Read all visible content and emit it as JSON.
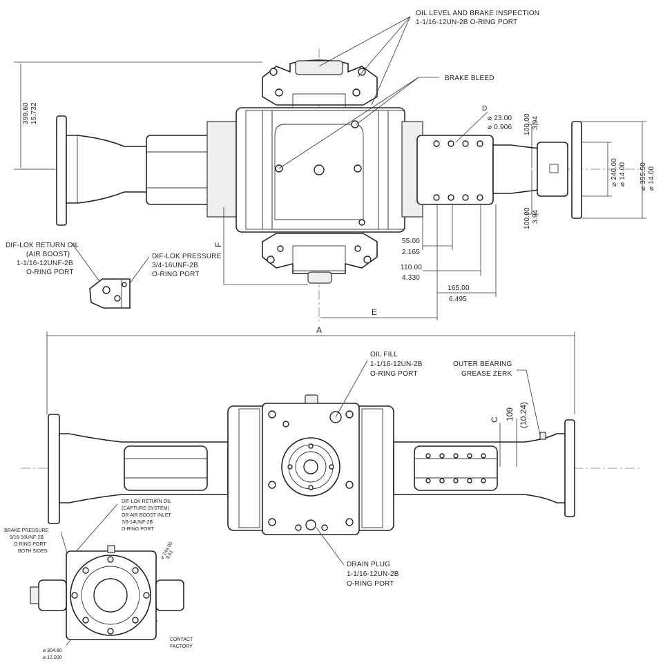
{
  "callouts": {
    "oil_level_line1": "OIL LEVEL AND BRAKE INSPECTION",
    "oil_level_line2": "1-1/16-12UN-2B O-RING PORT",
    "brake_bleed": "BRAKE BLEED",
    "difloc_return_1": "DIF-LOK RETURN OIL",
    "difloc_return_2": "(AIR BOOST)",
    "difloc_return_3": "1-1/16-12UNF-2B",
    "difloc_return_4": "O-RING PORT",
    "difloc_pressure_1": "DIF-LOK PRESSURE",
    "difloc_pressure_2": "3/4-16UNF-2B",
    "difloc_pressure_3": "O-RING PORT",
    "oil_fill_1": "OIL FILL",
    "oil_fill_2": "1-1/16-12UN-2B",
    "oil_fill_3": "O-RING PORT",
    "outer_bearing_1": "OUTER BEARING",
    "outer_bearing_2": "GREASE ZERK",
    "drain_plug_1": "DRAIN PLUG",
    "drain_plug_2": "1-1/16-12UN-2B",
    "drain_plug_3": "O-RING PORT",
    "capture_1": "DIF-LOK RETURN OIL",
    "capture_2": "(CAPTURE SYSTEM)",
    "capture_3": "OR AIR BOOST INLET",
    "capture_4": "7/8-14UNF-2B",
    "capture_5": "O-RING PORT",
    "brake_pressure_1": "BRAKE PRESSURE",
    "brake_pressure_2": "9/16-18UNF-2B",
    "brake_pressure_3": "O-RING PORT",
    "brake_pressure_4": "BOTH SIDES",
    "contact_1": "CONTACT",
    "contact_2": "FACTORY"
  },
  "dimensions": {
    "height_mm": "399.60",
    "height_in": "15.732",
    "hole_label": "D",
    "hole_mm": "⌀ 23.00",
    "hole_in": "⌀ 0.906",
    "upper_mm": "100.00",
    "upper_in": "3.94",
    "lower_mm": "100.00",
    "lower_in": "3.94",
    "pilot_mm": "⌀ 240.00",
    "pilot_in": "⌀ 14.00",
    "flange_mm": "⌀ 355.50",
    "flange_in": "⌀ 14.00",
    "d55_mm": "55.00",
    "d55_in": "2.165",
    "d110_mm": "110.00",
    "d110_in": "4.330",
    "d165_mm": "165.00",
    "d165_in": "6.495",
    "label_f": "F",
    "label_e": "E",
    "label_a": "A",
    "label_c": "C",
    "d109_mm": "109",
    "d109_in": "(10.24)",
    "bolt_circle_mm": "⌀ 304.80",
    "bolt_circle_in": "⌀ 12.000",
    "small_dia_mm": "⌀ 244.00",
    "small_dia_in": "9.61"
  }
}
